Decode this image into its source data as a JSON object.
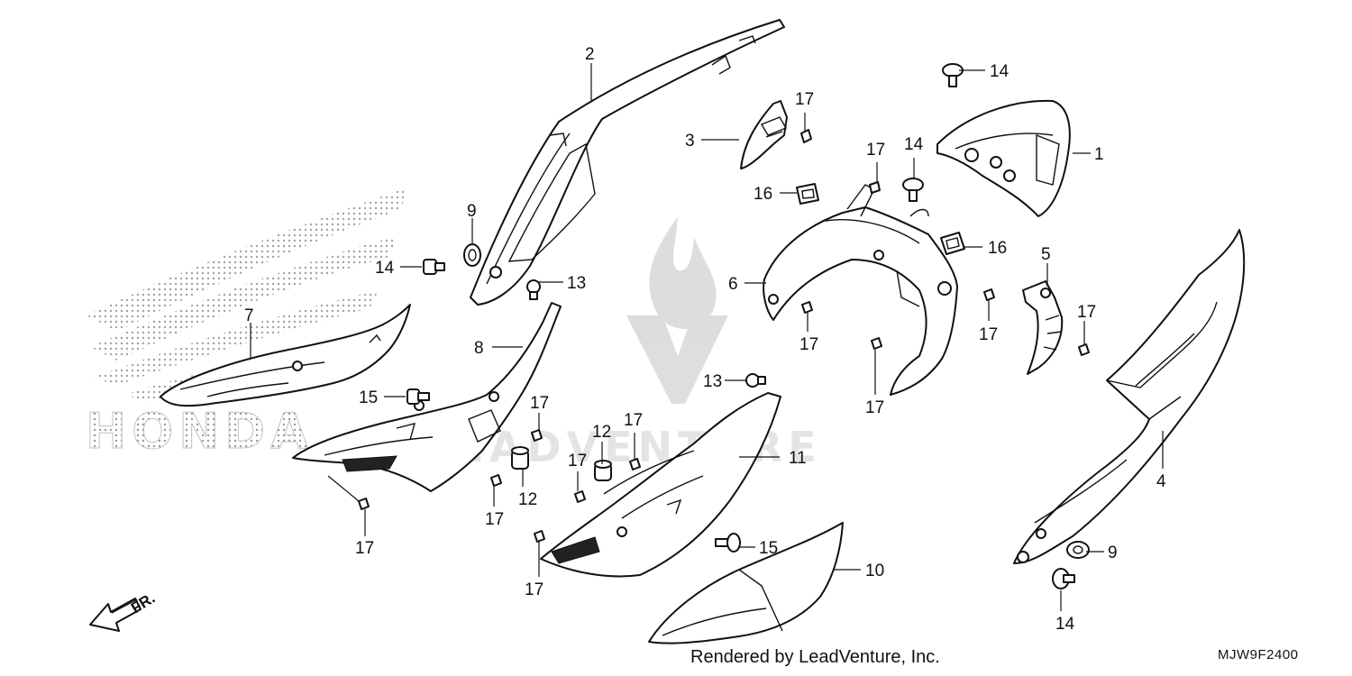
{
  "watermarks": {
    "brand_text": "HONDA",
    "dealer_text": "LEADVENTURE"
  },
  "front_indicator": "FR.",
  "callouts": [
    {
      "id": "c1",
      "text": "1"
    },
    {
      "id": "c2",
      "text": "2"
    },
    {
      "id": "c3",
      "text": "3"
    },
    {
      "id": "c4",
      "text": "4"
    },
    {
      "id": "c5",
      "text": "5"
    },
    {
      "id": "c6",
      "text": "6"
    },
    {
      "id": "c7",
      "text": "7"
    },
    {
      "id": "c8",
      "text": "8"
    },
    {
      "id": "c9a",
      "text": "9"
    },
    {
      "id": "c9b",
      "text": "9"
    },
    {
      "id": "c10",
      "text": "10"
    },
    {
      "id": "c11",
      "text": "11"
    },
    {
      "id": "c12a",
      "text": "12"
    },
    {
      "id": "c12b",
      "text": "12"
    },
    {
      "id": "c13a",
      "text": "13"
    },
    {
      "id": "c13b",
      "text": "13"
    },
    {
      "id": "c14a",
      "text": "14"
    },
    {
      "id": "c14b",
      "text": "14"
    },
    {
      "id": "c14c",
      "text": "14"
    },
    {
      "id": "c14d",
      "text": "14"
    },
    {
      "id": "c15a",
      "text": "15"
    },
    {
      "id": "c15b",
      "text": "15"
    },
    {
      "id": "c16a",
      "text": "16"
    },
    {
      "id": "c16b",
      "text": "16"
    },
    {
      "id": "c17a",
      "text": "17"
    },
    {
      "id": "c17b",
      "text": "17"
    },
    {
      "id": "c17c",
      "text": "17"
    },
    {
      "id": "c17d",
      "text": "17"
    },
    {
      "id": "c17e",
      "text": "17"
    },
    {
      "id": "c17f",
      "text": "17"
    },
    {
      "id": "c17g",
      "text": "17"
    },
    {
      "id": "c17h",
      "text": "17"
    },
    {
      "id": "c17i",
      "text": "17"
    },
    {
      "id": "c17j",
      "text": "17"
    },
    {
      "id": "c17k",
      "text": "17"
    }
  ],
  "footer": {
    "credit": "Rendered by LeadVenture, Inc.",
    "diagram_code": "MJW9F2400"
  }
}
